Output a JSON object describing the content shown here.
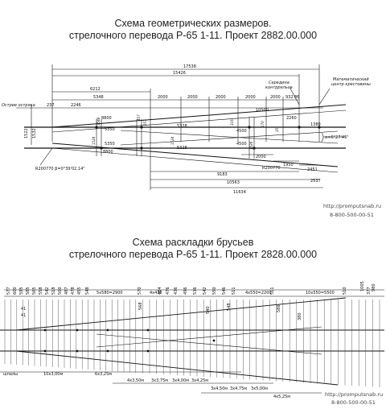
{
  "scheme1": {
    "title_line1": "Схема геометрических размеров.",
    "title_line2": "стрелочного перевода Р-65 1-11. Проект 2882.00.000",
    "labels": {
      "seredina": "Середина",
      "kontrrelsa": "контррельса",
      "math_center_1": "Математический",
      "math_center_2": "центр крестовины",
      "ostriya": "Острие остряка",
      "angle_alpha": "α=6°27'45\"",
      "radius_angle": "R200770  β=0°39'02,14\""
    },
    "dims_top": [
      "17538",
      "15426",
      "6212",
      "5348",
      "2246",
      "237",
      "2000",
      "2000",
      "2000",
      "2000",
      "2000",
      "932",
      "86"
    ],
    "dims_mid": [
      "1522",
      "1532",
      "10500",
      "2260",
      "1380",
      "8800",
      "5350",
      "5328",
      "4500",
      "5350",
      "8800",
      "5328",
      "4500"
    ],
    "dims_bottom": [
      "9183",
      "10563",
      "11634",
      "R200770",
      "1950",
      "2451",
      "2537",
      "2000"
    ],
    "vert_dims": [
      "1524",
      "1548",
      "257",
      "316",
      "457",
      "170",
      "1526",
      "1524",
      "35"
    ],
    "watermark_url": "http://promputsnab.ru",
    "watermark_phone": "8-800-500-00-51"
  },
  "scheme2": {
    "title_line1": "Схема раскладки брусьев",
    "title_line2": "стрелочного перевода Р-65 1-11. Проект 2828.00.000",
    "top_dims": [
      "577",
      "600",
      "595",
      "585",
      "565",
      "558",
      "542",
      "518",
      "500",
      "487",
      "478",
      "455",
      "548",
      "5x580=2900",
      "570",
      "4x438",
      "464",
      "476",
      "436",
      "496",
      "536",
      "542",
      "550",
      "546",
      "511",
      "4x550=2200",
      "511",
      "10x550=5500",
      "510",
      "377"
    ],
    "side_marks": [
      "41",
      "41",
      "568",
      "540",
      "586",
      "380",
      "548",
      "1005",
      "980"
    ],
    "bottom_dims": [
      "шпалы",
      "10x3,00м",
      "6x3,25м",
      "4x3,50м",
      "3x3,75м",
      "3x4,00м",
      "3x4,25м",
      "3x4,50м",
      "3x4,75м",
      "3x5,00м",
      "4x5,25м"
    ],
    "watermark_url": "http://promputsnab.ru",
    "watermark_phone": "8-800-500-00-51"
  }
}
